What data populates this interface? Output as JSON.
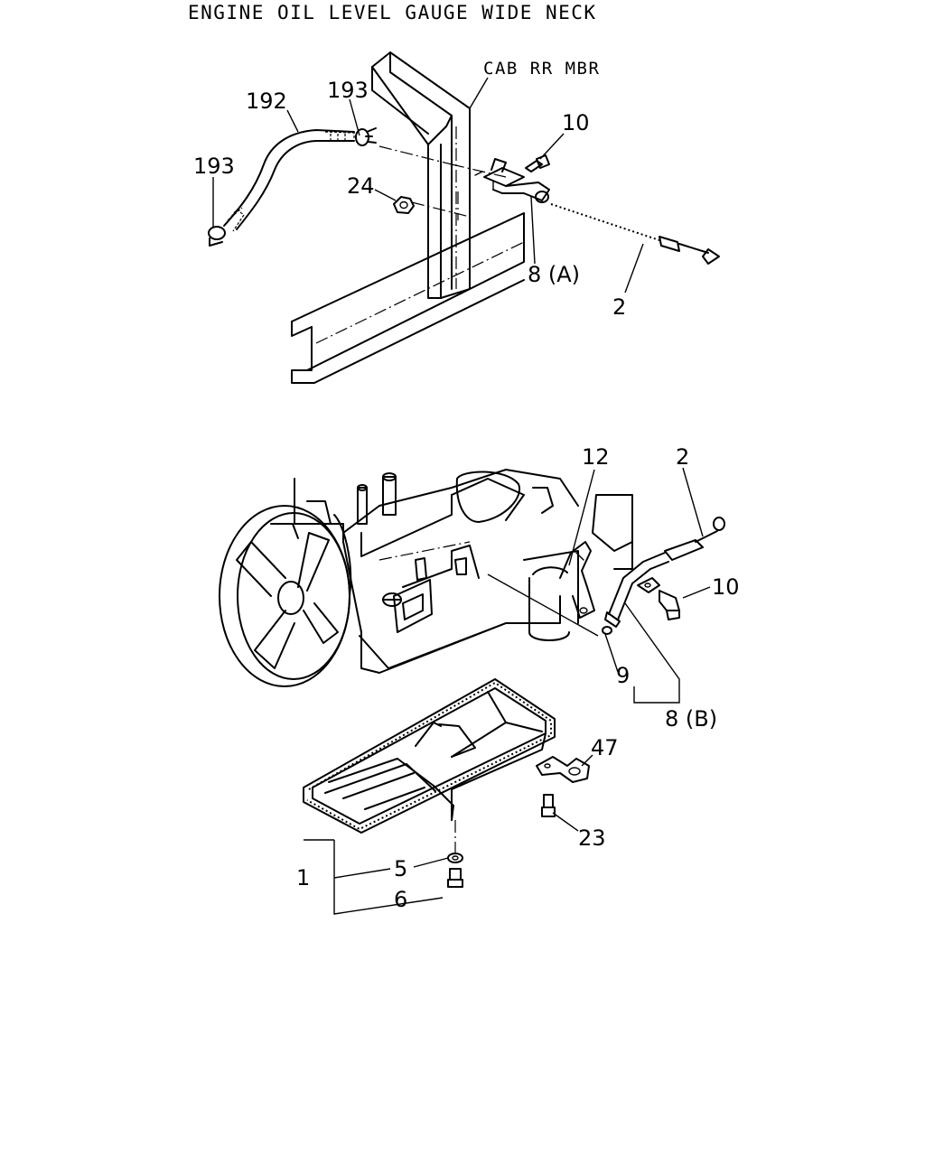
{
  "title": "ENGINE OIL LEVEL GAUGE WIDE NECK",
  "top_view": {
    "frame_label": "CAB RR MBR",
    "callouts": {
      "hose": "192",
      "clamp_right": "193",
      "clamp_left": "193",
      "nut": "24",
      "bolt": "10",
      "bracket": "8 (A)",
      "gauge": "2"
    }
  },
  "bottom_view": {
    "callouts": {
      "bracket": "12",
      "gauge": "2",
      "bolt": "10",
      "o_ring": "9",
      "guide_assembly": "8 (B)",
      "bracket_pan": "47",
      "bolt_pan": "23",
      "pan_assembly": "1",
      "washer": "5",
      "drain_plug": "6"
    }
  }
}
